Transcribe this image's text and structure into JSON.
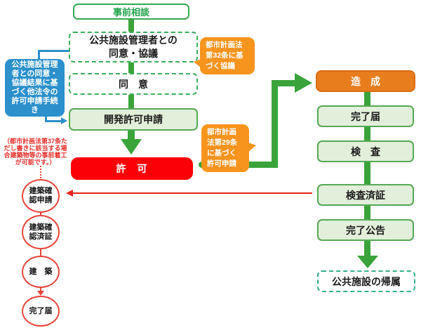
{
  "flow": {
    "prior_consult": "事前相談",
    "manager_agreement_line1": "公共施設管理者との",
    "manager_agreement_line2": "同意・協議",
    "agreement": "同　意",
    "application": "開発許可申請",
    "permission": "許　可"
  },
  "left": {
    "other_law_procedure": "公共施設管理者との同意・協議結果に基づく他法令の許可申請手続き",
    "note": "（都市計画法第37条ただし書きに該当する場合建築物等の事前着工が可能です。）",
    "circles": [
      "建築確認申請",
      "建築確認済証",
      "建　築",
      "完了届"
    ]
  },
  "callouts": {
    "article32": "都市計画法第32条に基づく協議",
    "article29": "都市計画法第29条に基づく許可申請"
  },
  "right": {
    "grading": "造　成",
    "completion_report": "完了届",
    "inspection": "検　査",
    "inspection_certificate": "検査済証",
    "completion_notice": "完了公告",
    "transfer": "公共施設の帰属"
  },
  "colors": {
    "green": "#3aa33a",
    "light_green_fill": "#e2efda",
    "dashed_green": "#3cae5c",
    "dashed_teal": "#35ae8c",
    "orange_callout": "#f7941d",
    "orange_box": "#e87d1e",
    "red": "#fb0007",
    "red_line": "#e8443a",
    "blue": "#2b90cc"
  }
}
